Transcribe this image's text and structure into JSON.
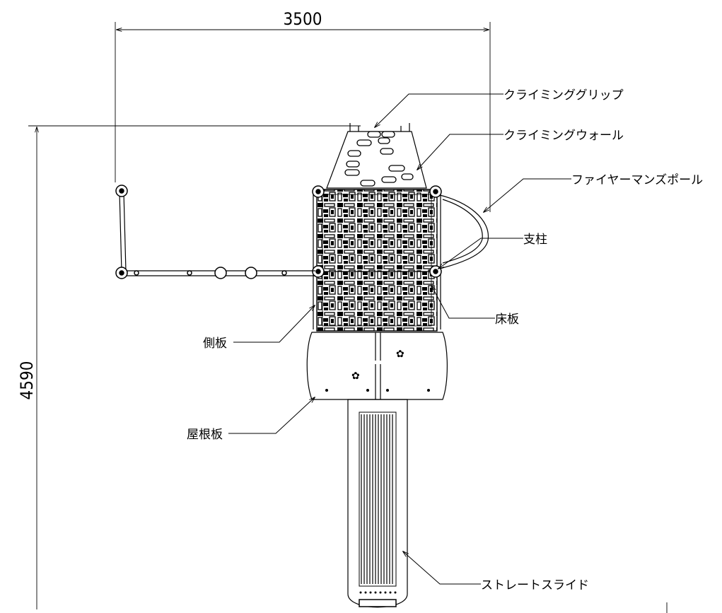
{
  "dimensions": {
    "width_label": "3500",
    "height_label": "4590"
  },
  "labels": {
    "climbing_grip": "クライミンググリップ",
    "climbing_wall": "クライミングウォール",
    "firemans_pole": "ファイヤーマンズポール",
    "post": "支柱",
    "floor_board": "床板",
    "side_board": "側板",
    "roof_board": "屋根板",
    "straight_slide": "ストレートスライド"
  },
  "colors": {
    "line": "#000000",
    "background": "#ffffff"
  }
}
